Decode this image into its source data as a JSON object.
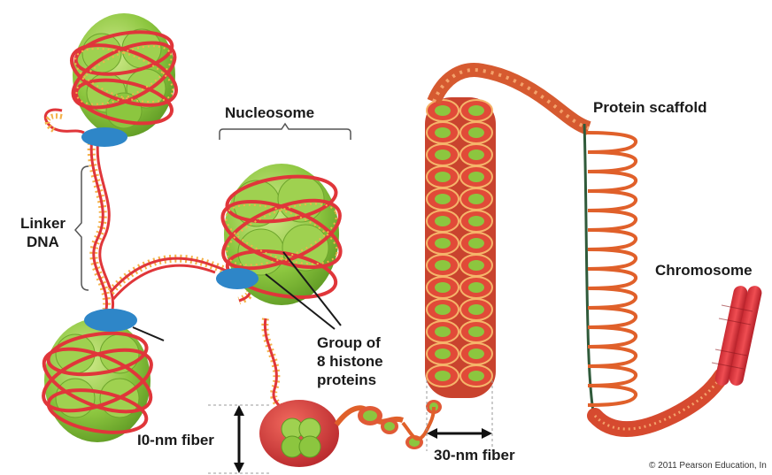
{
  "labels": {
    "nucleosome": "Nucleosome",
    "linker_dna_line1": "Linker",
    "linker_dna_line2": "DNA",
    "histone_line1": "Group of",
    "histone_line2": "8 histone",
    "histone_line3": "proteins",
    "fiber_10nm": "I0-nm fiber",
    "fiber_30nm": "30-nm fiber",
    "protein_scaffold": "Protein scaffold",
    "chromosome": "Chromosome"
  },
  "copyright": "© 2011 Pearson Education, In",
  "colors": {
    "dna_red": "#e0363a",
    "dna_rung": "#f4b24a",
    "histone_green": "#8cc63f",
    "histone_light": "#b6dd6c",
    "linker_blue": "#2e86c8",
    "scaffold_green": "#2f5a3a",
    "fiber_orange": "#e0602a"
  }
}
